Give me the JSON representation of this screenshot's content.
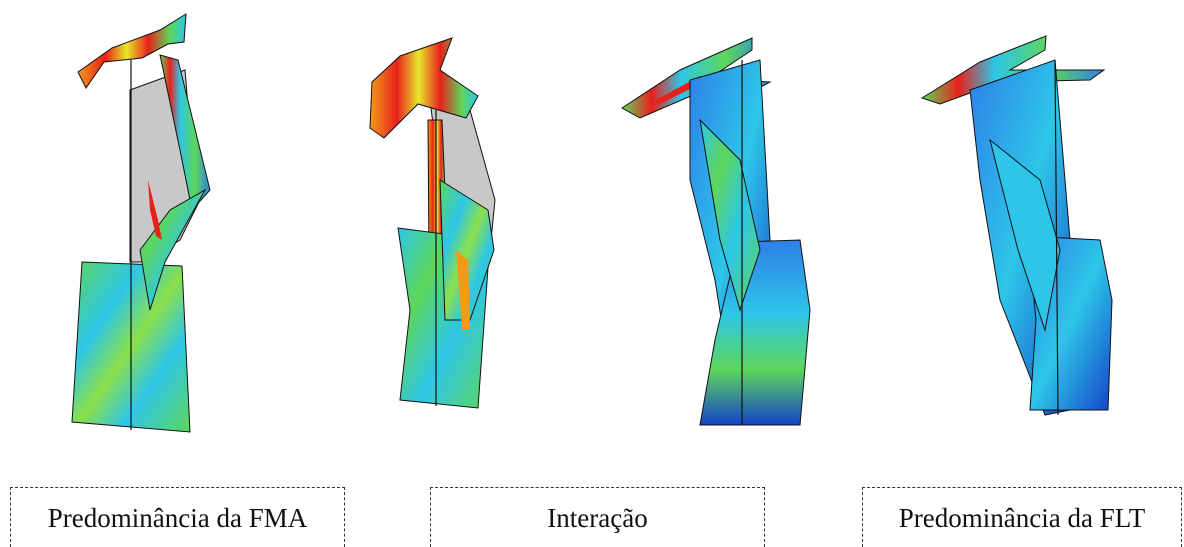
{
  "labels": {
    "left": "Predominância da FMA",
    "middle": "Interação",
    "right": "Predominância da FLT"
  },
  "colors": {
    "red": "#e8201c",
    "orange": "#f39a18",
    "yellow": "#e8e82a",
    "green": "#5dd65a",
    "cyan": "#2ec6e8",
    "blue": "#2e7fe8",
    "deep_blue": "#1442c8",
    "undeformed_gray": "#c8c8c8",
    "edge": "#111111"
  }
}
